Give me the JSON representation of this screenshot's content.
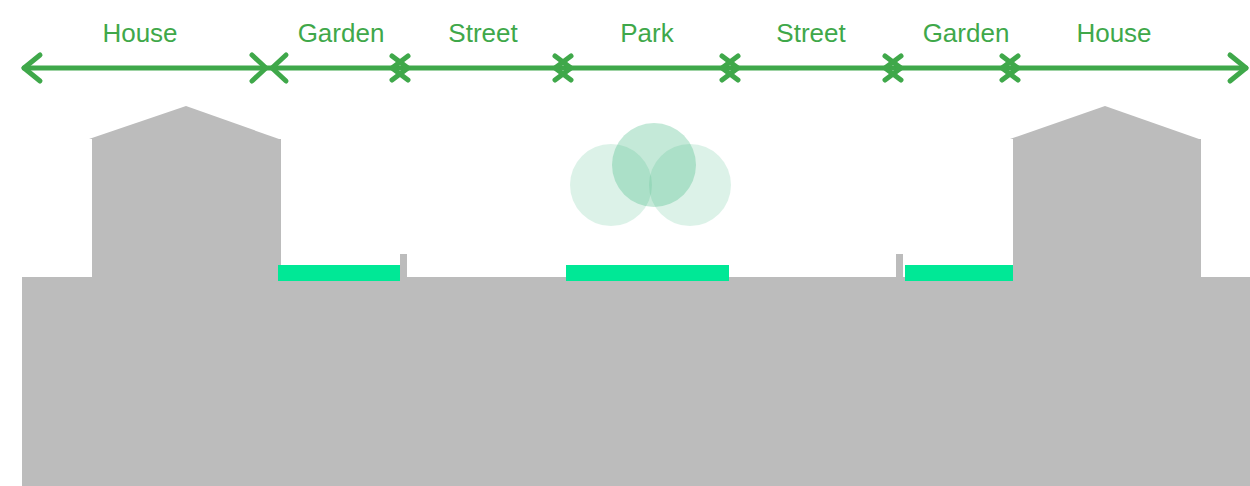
{
  "diagram": {
    "labels": [
      "House",
      "Garden",
      "Street",
      "Park",
      "Street",
      "Garden",
      "House"
    ]
  }
}
